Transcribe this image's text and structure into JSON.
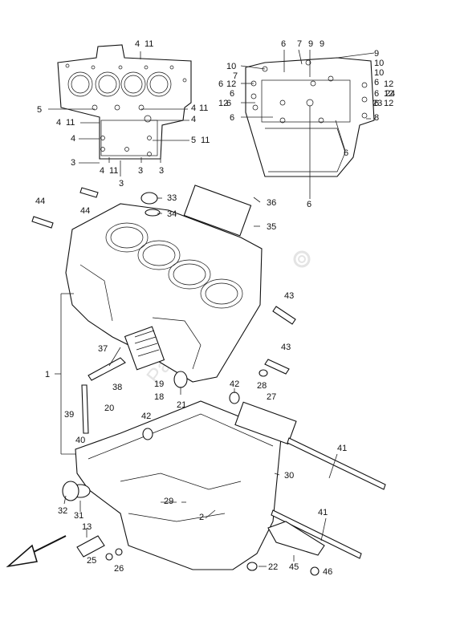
{
  "diagram": {
    "watermark": "PartsRepublik",
    "callouts": [
      {
        "id": "c1",
        "text": "4"
      },
      {
        "id": "c2",
        "text": "11"
      },
      {
        "id": "c3",
        "text": "5"
      },
      {
        "id": "c4",
        "text": "4"
      },
      {
        "id": "c5",
        "text": "11"
      },
      {
        "id": "c6",
        "text": "4"
      },
      {
        "id": "c7",
        "text": "4"
      },
      {
        "id": "c8",
        "text": "11"
      },
      {
        "id": "c9",
        "text": "4"
      },
      {
        "id": "c10",
        "text": "5"
      },
      {
        "id": "c11",
        "text": "11"
      },
      {
        "id": "c12",
        "text": "3"
      },
      {
        "id": "c13",
        "text": "4"
      },
      {
        "id": "c14",
        "text": "11"
      },
      {
        "id": "c15",
        "text": "3"
      },
      {
        "id": "c16",
        "text": "3"
      },
      {
        "id": "c17",
        "text": "3"
      },
      {
        "id": "c18",
        "text": "6"
      },
      {
        "id": "c19",
        "text": "7"
      },
      {
        "id": "c20",
        "text": "9"
      },
      {
        "id": "c21",
        "text": "9"
      },
      {
        "id": "c22",
        "text": "9"
      },
      {
        "id": "c23",
        "text": "10"
      },
      {
        "id": "c24",
        "text": "10"
      },
      {
        "id": "c25",
        "text": "7"
      },
      {
        "id": "c26",
        "text": "10"
      },
      {
        "id": "c27",
        "text": "6"
      },
      {
        "id": "c28",
        "text": "12"
      },
      {
        "id": "c29",
        "text": "6"
      },
      {
        "id": "c30",
        "text": "12"
      },
      {
        "id": "c31",
        "text": "6"
      },
      {
        "id": "c32",
        "text": "12"
      },
      {
        "id": "c33",
        "text": "6"
      },
      {
        "id": "c34",
        "text": "6"
      },
      {
        "id": "c35",
        "text": "12"
      },
      {
        "id": "c36",
        "text": "23"
      },
      {
        "id": "c37",
        "text": "24"
      },
      {
        "id": "c38",
        "text": "6"
      },
      {
        "id": "c39",
        "text": "12"
      },
      {
        "id": "c40",
        "text": "6"
      },
      {
        "id": "c41",
        "text": "8"
      },
      {
        "id": "c42",
        "text": "6"
      },
      {
        "id": "c43",
        "text": "6"
      },
      {
        "id": "c44",
        "text": "44"
      },
      {
        "id": "c45",
        "text": "44"
      },
      {
        "id": "c46",
        "text": "33"
      },
      {
        "id": "c47",
        "text": "34"
      },
      {
        "id": "c48",
        "text": "36"
      },
      {
        "id": "c49",
        "text": "35"
      },
      {
        "id": "c50",
        "text": "43"
      },
      {
        "id": "c51",
        "text": "43"
      },
      {
        "id": "c52",
        "text": "37"
      },
      {
        "id": "c53",
        "text": "1"
      },
      {
        "id": "c54",
        "text": "38"
      },
      {
        "id": "c55",
        "text": "19"
      },
      {
        "id": "c56",
        "text": "18"
      },
      {
        "id": "c57",
        "text": "20"
      },
      {
        "id": "c58",
        "text": "21"
      },
      {
        "id": "c59",
        "text": "42"
      },
      {
        "id": "c60",
        "text": "28"
      },
      {
        "id": "c61",
        "text": "27"
      },
      {
        "id": "c62",
        "text": "39"
      },
      {
        "id": "c63",
        "text": "42"
      },
      {
        "id": "c64",
        "text": "40"
      },
      {
        "id": "c65",
        "text": "41"
      },
      {
        "id": "c66",
        "text": "30"
      },
      {
        "id": "c67",
        "text": "32"
      },
      {
        "id": "c68",
        "text": "31"
      },
      {
        "id": "c69",
        "text": "29"
      },
      {
        "id": "c70",
        "text": "2"
      },
      {
        "id": "c71",
        "text": "41"
      },
      {
        "id": "c72",
        "text": "13"
      },
      {
        "id": "c73",
        "text": "25"
      },
      {
        "id": "c74",
        "text": "26"
      },
      {
        "id": "c75",
        "text": "22"
      },
      {
        "id": "c76",
        "text": "45"
      },
      {
        "id": "c77",
        "text": "46"
      }
    ]
  }
}
